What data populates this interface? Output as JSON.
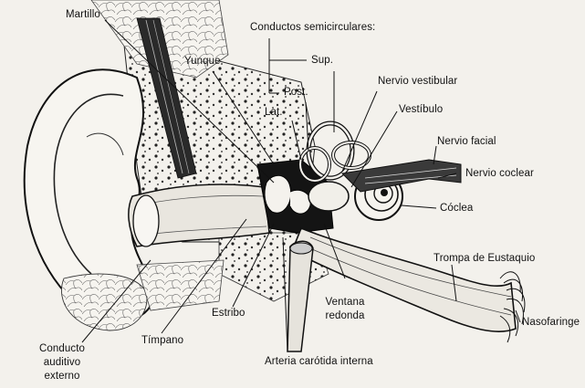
{
  "labels": {
    "martillo": "Martillo",
    "yunque": "Yunque",
    "conductos": "Conductos semicirculares:",
    "sup": "Sup.",
    "post": "Post.",
    "lat": "Lat.",
    "nervio_vestibular": "Nervio vestibular",
    "vestibulo": "Vestíbulo",
    "nervio_facial": "Nervio facial",
    "nervio_coclear": "Nervio coclear",
    "coclea": "Cóclea",
    "trompa": "Trompa de Eustaquio",
    "nasofaringe": "Nasofaringe",
    "ventana_1": "Ventana",
    "ventana_2": "redonda",
    "arteria": "Arteria carótida interna",
    "estribo": "Estribo",
    "timpano": "Tímpano",
    "conducto_1": "Conducto",
    "conducto_2": "auditivo",
    "conducto_3": "externo"
  }
}
